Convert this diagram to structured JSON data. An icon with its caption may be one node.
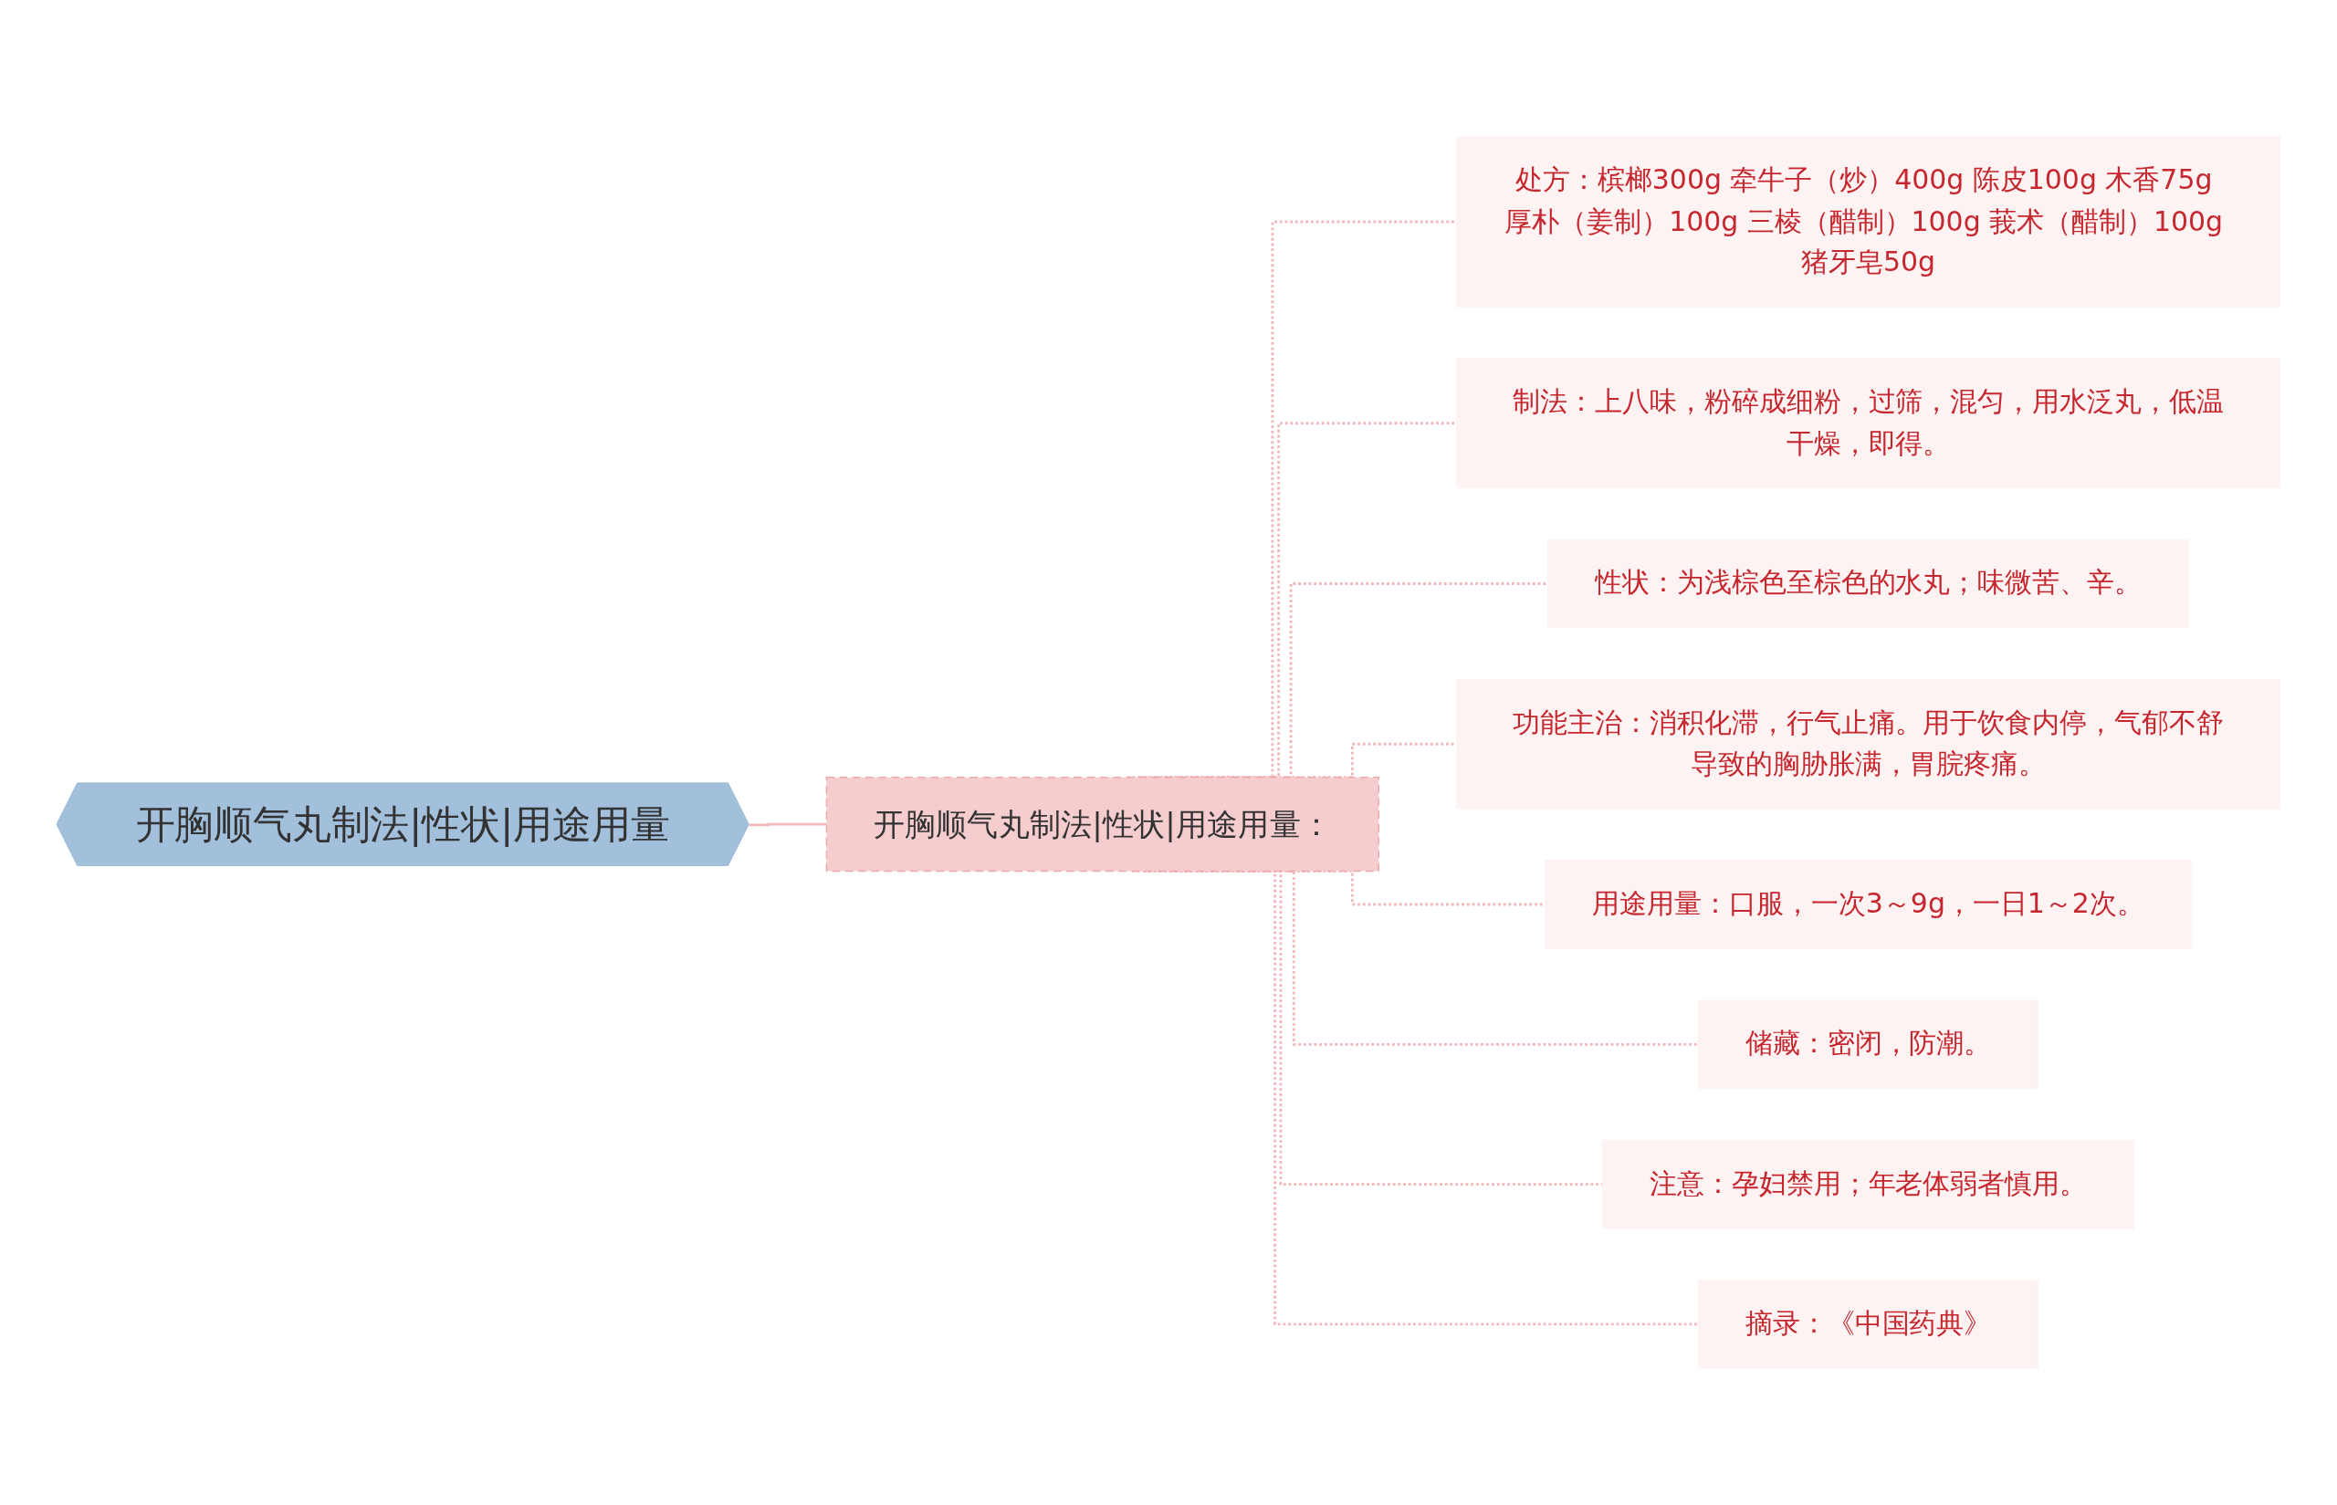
{
  "diagram": {
    "nodes": [
      {
        "text": [
          "开胸顺气丸制法|性状|用途用量"
        ]
      },
      {
        "text": [
          "开胸顺气丸制法|性状|用途用量："
        ]
      },
      {
        "text": [
          "处方：槟榔300g 牵牛子（炒）400g 陈皮100g 木香75g 厚朴（姜制）100g 三棱（醋制）100g 莪术（醋制）100g 猪牙皂50g"
        ]
      },
      {
        "text": [
          "制法：上八味，粉碎成细粉，过筛，混匀，用水泛丸，低温干燥，即得。"
        ]
      },
      {
        "text": [
          "性状：为浅棕色至棕色的水丸；味微苦、辛。"
        ]
      },
      {
        "text": [
          "功能主治：消积化滞，行气止痛。用于饮食内停，气郁不舒导致的胸胁胀满，胃脘疼痛。"
        ]
      },
      {
        "text": [
          "用途用量：口服，一次3～9g，一日1～2次。"
        ]
      },
      {
        "text": [
          "储藏：密闭，防潮。"
        ]
      },
      {
        "text": [
          "注意：孕妇禁用；年老体弱者慎用。"
        ]
      },
      {
        "text": [
          "摘录：《中国药典》"
        ]
      }
    ],
    "edges": [
      {
        "from": 0,
        "to": 1,
        "arrow": "none"
      },
      {
        "from": 1,
        "to": 2,
        "arrow": "none",
        "style": "dashed"
      },
      {
        "from": 1,
        "to": 3,
        "arrow": "none",
        "style": "dashed"
      },
      {
        "from": 1,
        "to": 4,
        "arrow": "none",
        "style": "dashed"
      },
      {
        "from": 1,
        "to": 5,
        "arrow": "none",
        "style": "dashed"
      },
      {
        "from": 1,
        "to": 6,
        "arrow": "none",
        "style": "dashed"
      },
      {
        "from": 1,
        "to": 7,
        "arrow": "none",
        "style": "dashed"
      },
      {
        "from": 1,
        "to": 8,
        "arrow": "none",
        "style": "dashed"
      },
      {
        "from": 1,
        "to": 9,
        "arrow": "none",
        "style": "dashed"
      }
    ]
  }
}
